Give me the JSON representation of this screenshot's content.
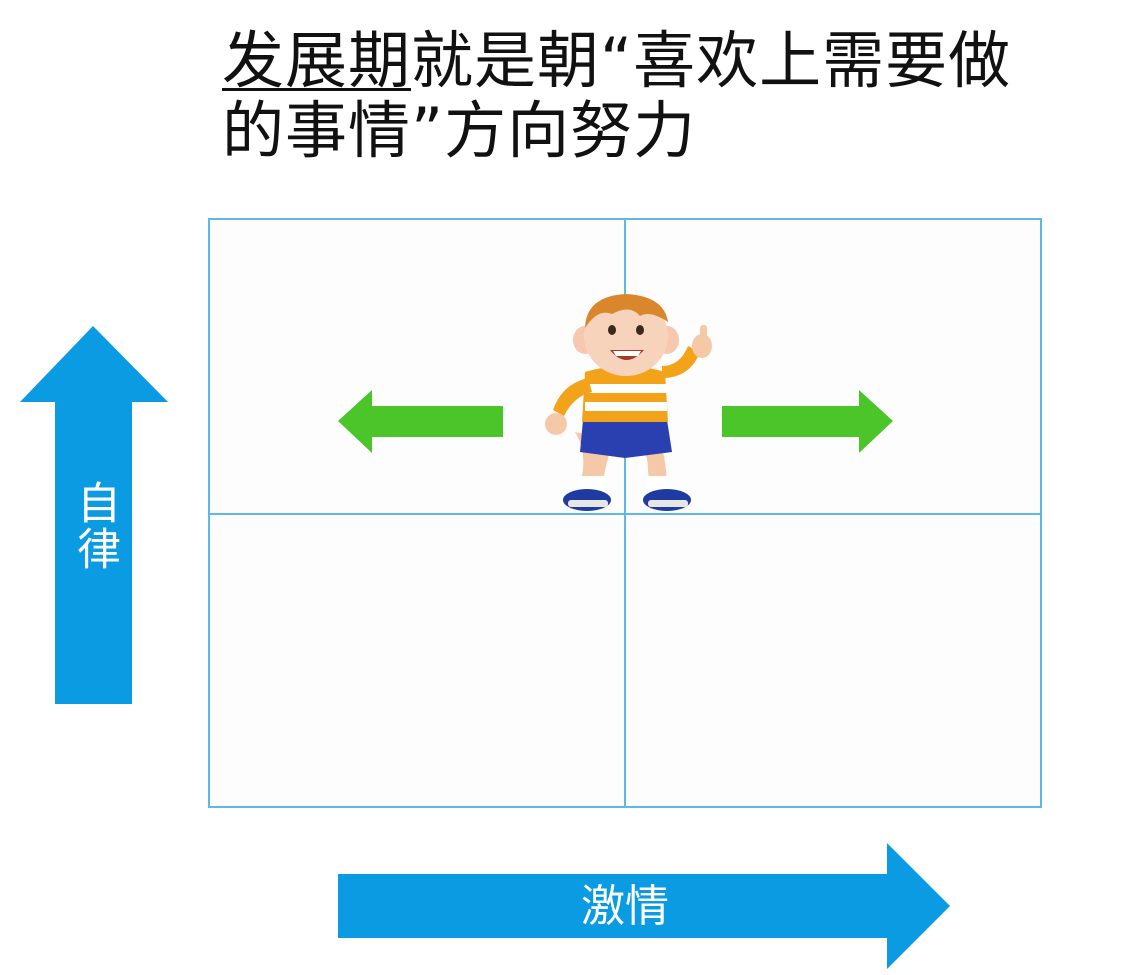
{
  "title": {
    "underlined": "发展期",
    "rest_line1": "就是朝“喜欢上需要做",
    "line2": "的事情”方向努力"
  },
  "axes": {
    "y_label": "自律",
    "x_label": "激情"
  },
  "colors": {
    "axis_arrow": "#0a9be3",
    "grid_border": "#5fb6e8",
    "direction_arrow": "#4bc52a"
  },
  "icons": {
    "character": "cartoon-boy-pointing-icon",
    "left": "arrow-left-icon",
    "right": "arrow-right-icon"
  }
}
